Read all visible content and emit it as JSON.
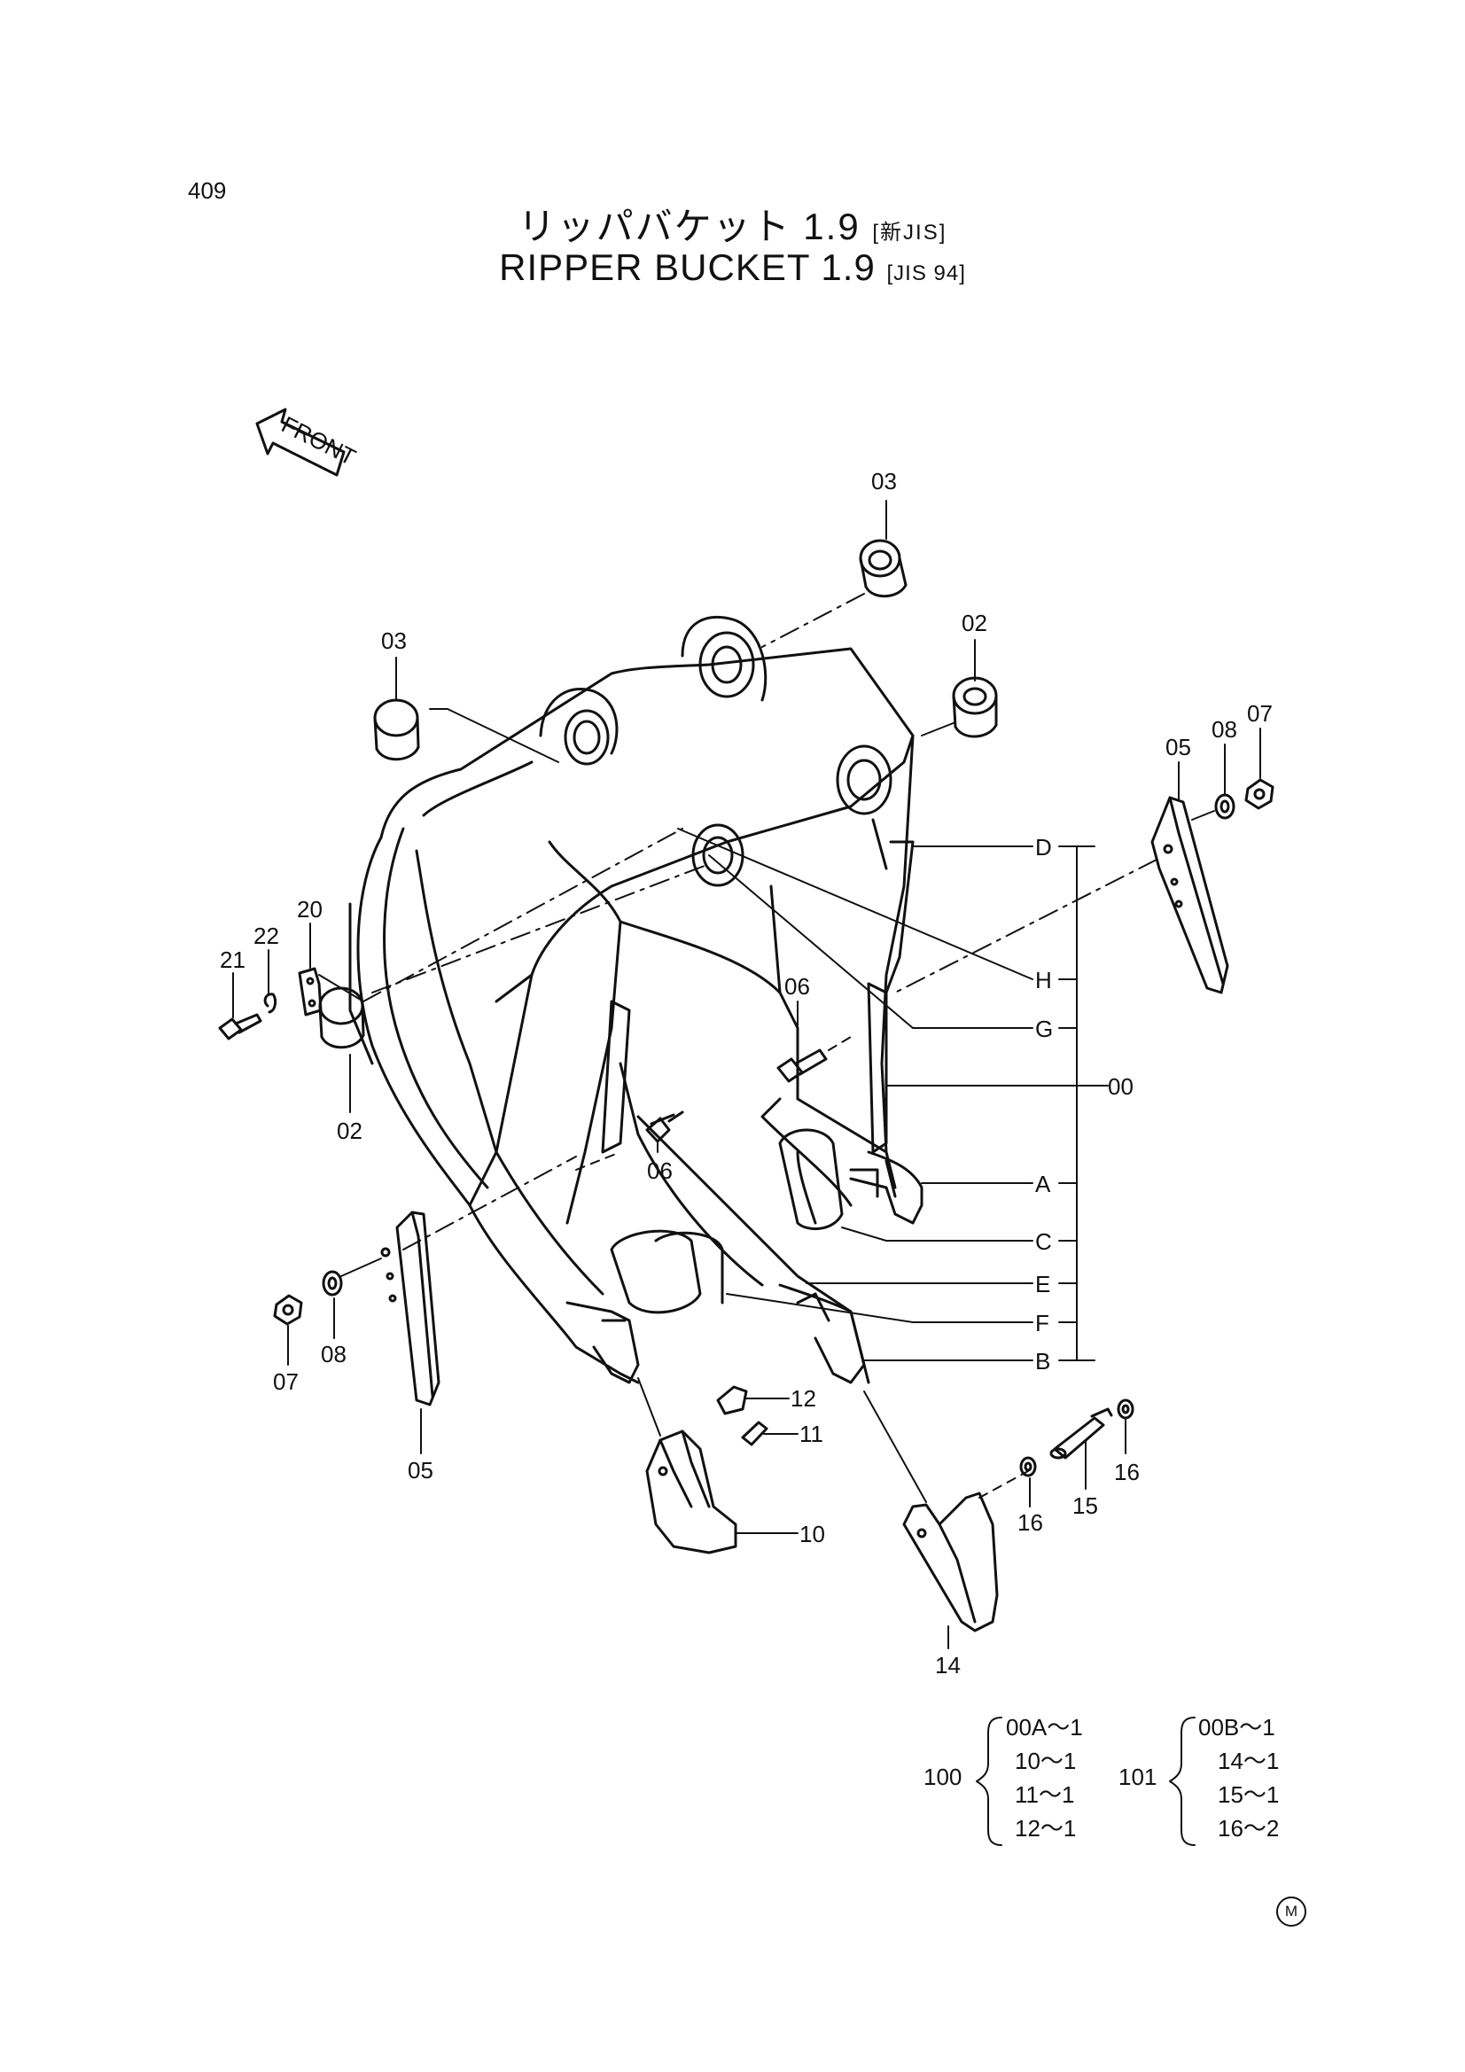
{
  "page_number": "409",
  "title": {
    "jp": "リッパバケット 1.9",
    "jp_tag": "[新JIS]",
    "en": "RIPPER BUCKET 1.9",
    "en_tag": "[JIS 94]"
  },
  "front_arrow": "FRONT",
  "part_labels": {
    "p03_top": "03",
    "p02_top": "02",
    "p03_left": "03",
    "p05_right": "05",
    "p08_right": "08",
    "p07_right": "07",
    "p20": "20",
    "p22": "22",
    "p21": "21",
    "p06_right": "06",
    "p02_left": "02",
    "p06_center": "06",
    "p07_left": "07",
    "p08_left": "08",
    "p05_left": "05",
    "p12": "12",
    "p11": "11",
    "p10": "10",
    "p14": "14",
    "p16_left": "16",
    "p15": "15",
    "p16_right": "16",
    "p00": "00"
  },
  "callouts": [
    "D",
    "H",
    "G",
    "A",
    "C",
    "E",
    "F",
    "B"
  ],
  "kits": [
    {
      "id": "100",
      "items": [
        "00A～1",
        "10～1",
        "11～1",
        "12～1"
      ]
    },
    {
      "id": "101",
      "items": [
        "00B～1",
        "14～1",
        "15～1",
        "16～2"
      ]
    }
  ],
  "corner_mark": "M"
}
